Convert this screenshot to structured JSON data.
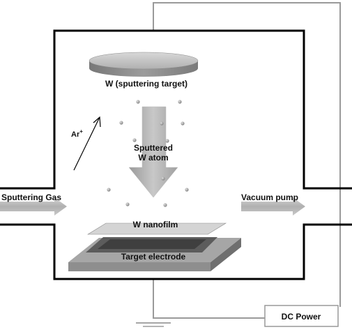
{
  "labels": {
    "target": "W (sputtering target)",
    "argon": "Ar",
    "argon_charge": "+",
    "sputtered_line1": "Sputtered",
    "sputtered_line2": "W atom",
    "gas_inlet": "Sputtering Gas",
    "vacuum_pump": "Vacuum pump",
    "nanofilm": "W nanofilm",
    "electrode": "Target electrode",
    "power": "DC Power"
  },
  "colors": {
    "chamber_wall": "#000000",
    "wiring": "#999999",
    "target_disc": "#9a9a9a",
    "atom_particle": "#a0a0a0",
    "flow_arrow": "#b5b5b5"
  }
}
